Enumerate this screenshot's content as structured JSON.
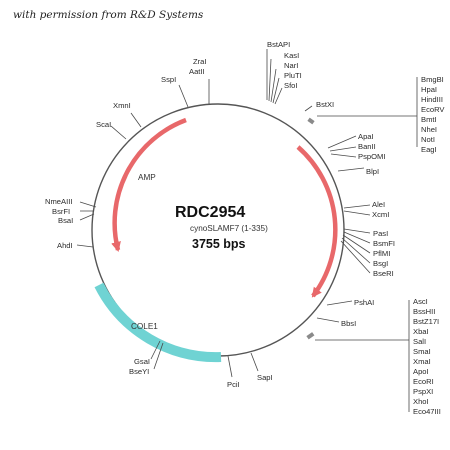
{
  "permission_note": "with permission from R&D Systems",
  "plasmid": {
    "name": "RDC2954",
    "insert": "cynoSLAMF7 (1-335)",
    "size": "3755 bps"
  },
  "features": {
    "amp": "AMP",
    "cole1": "COLE1"
  },
  "colors": {
    "arrow": "#e8686a",
    "cole1": "#6fd3d3",
    "backbone": "#555555"
  },
  "sites": {
    "zral": "ZraI",
    "aatii": "AatII",
    "sspi": "SspI",
    "bstapi": "BstAPI",
    "kasi": "KasI",
    "nari": "NarI",
    "plutI": "PluTI",
    "sfoi": "SfoI",
    "bstxi": "BstXI",
    "mcs_top": [
      "BmgBI",
      "HpaI",
      "HindIII",
      "EcoRV",
      "BmtI",
      "NheI",
      "NotI",
      "EagI"
    ],
    "apai": "ApaI",
    "banii": "BanII",
    "pspomi": "PspOMI",
    "blpi": "BlpI",
    "alei": "AleI",
    "xcmi": "XcmI",
    "mid_right": [
      "PasI",
      "BsmFI",
      "PflMI",
      "BsgI",
      "BseRI"
    ],
    "pshai": "PshAI",
    "bbsi": "BbsI",
    "mcs_bottom": [
      "AscI",
      "BssHII",
      "BstZ17I",
      "XbaI",
      "SalI",
      "SmaI",
      "XmaI",
      "ApoI",
      "EcoRI",
      "PspXI",
      "XhoI",
      "Eco47III"
    ],
    "sapi": "SapI",
    "pcii": "PciI",
    "gsai": "GsaI",
    "bseyi": "BseYI",
    "xmni": "XmnI",
    "scai": "ScaI",
    "left": [
      "NmeAIII",
      "BsrFI",
      "BsaI"
    ],
    "ahdi": "AhdI"
  }
}
